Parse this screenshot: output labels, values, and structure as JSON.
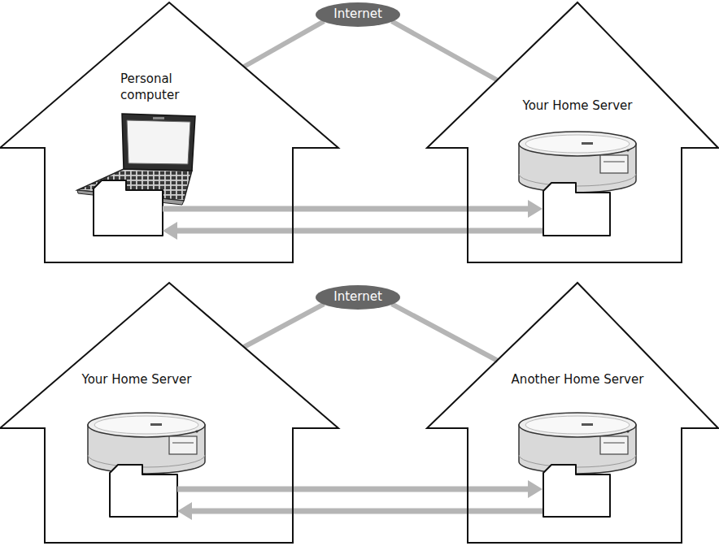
{
  "diagram": {
    "nodes": [
      {
        "text": [
          "Internet"
        ]
      },
      {
        "text": [
          "Personal computer"
        ]
      },
      {
        "text": [
          "Your Home Server"
        ]
      },
      {
        "text": [
          "Internet"
        ]
      },
      {
        "text": [
          "Your Home Server"
        ]
      },
      {
        "text": [
          "Another Home Server"
        ]
      }
    ],
    "edges": [
      {
        "from": 1,
        "to": 0,
        "arrow": "none"
      },
      {
        "from": 2,
        "to": 0,
        "arrow": "none"
      },
      {
        "from": 1,
        "to": 2,
        "arrow": "to"
      },
      {
        "from": 2,
        "to": 1,
        "arrow": "to"
      },
      {
        "from": 4,
        "to": 3,
        "arrow": "none"
      },
      {
        "from": 5,
        "to": 3,
        "arrow": "none"
      },
      {
        "from": 4,
        "to": 5,
        "arrow": "to"
      },
      {
        "from": 5,
        "to": 4,
        "arrow": "to"
      }
    ]
  }
}
